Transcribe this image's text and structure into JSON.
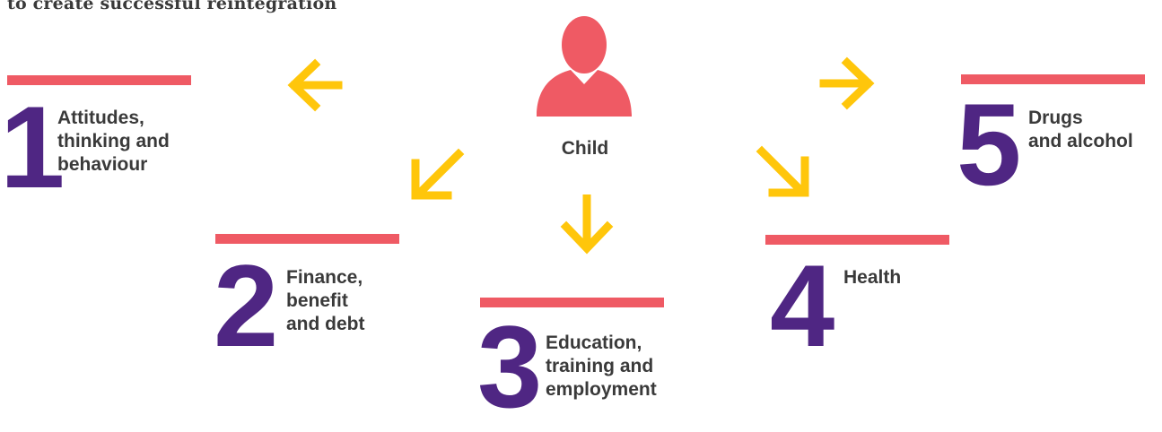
{
  "heading": "to create successful reintegration",
  "center": {
    "label": "Child",
    "icon": "person-icon"
  },
  "colors": {
    "bar": "#ef5a64",
    "number": "#4f2683",
    "arrow": "#ffc60b",
    "text": "#3a3a3a"
  },
  "pathways": [
    {
      "number": "1",
      "label": "Attitudes,\nthinking and\nbehaviour"
    },
    {
      "number": "2",
      "label": "Finance,\nbenefit\nand debt"
    },
    {
      "number": "3",
      "label": "Education,\ntraining and\nemployment"
    },
    {
      "number": "4",
      "label": "Health"
    },
    {
      "number": "5",
      "label": "Drugs\nand alcohol"
    }
  ]
}
